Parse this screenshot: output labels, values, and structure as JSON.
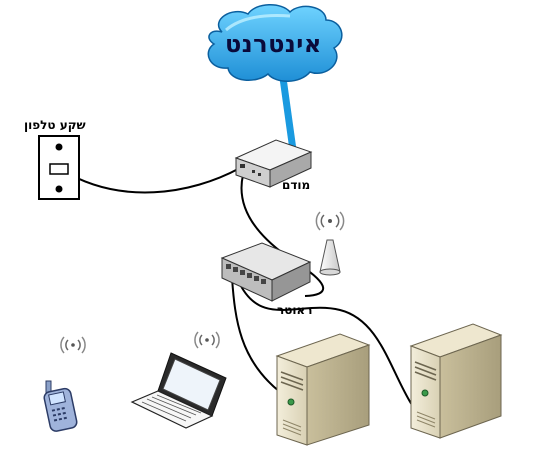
{
  "diagram": {
    "internet_label": "אינטרנט",
    "phone_jack_label": "שקע טלפון",
    "modem_label": "מודם",
    "router_label": "ראוטר"
  }
}
